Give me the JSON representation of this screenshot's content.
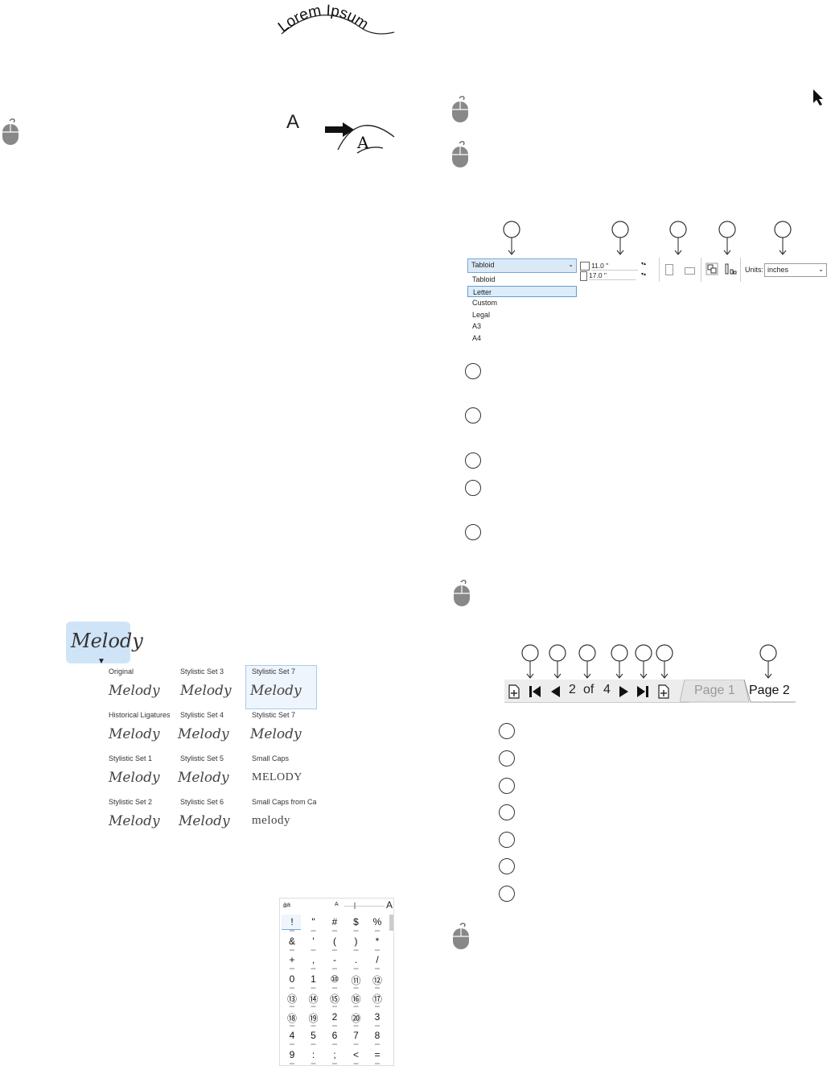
{
  "arc_text": "Lorem Ipsum",
  "fit_letter": "A",
  "fit_letter_path": "A",
  "page_size": {
    "selected": "Tabloid",
    "options": [
      "Tabloid",
      "Letter",
      "Custom",
      "Legal",
      "A3",
      "A4"
    ],
    "highlighted": "Letter",
    "width": "11.0 \"",
    "height": "17.0 \"",
    "units_label": "Units:",
    "units_value": "inches"
  },
  "page_nav": {
    "current": "2",
    "of": "of",
    "total": "4",
    "tabs": [
      "Page 1",
      "Page 2"
    ]
  },
  "melody": {
    "preview": "Melody",
    "options": [
      {
        "label": "Original",
        "text": "Melody"
      },
      {
        "label": "Stylistic Set 3",
        "text": "Melody"
      },
      {
        "label": "Stylistic Set 7",
        "text": "Melody"
      },
      {
        "label": "Historical Ligatures",
        "text": "Melody"
      },
      {
        "label": "Stylistic Set 4",
        "text": "Melody"
      },
      {
        "label": "Stylistic Set 7",
        "text": "Melody"
      },
      {
        "label": "Stylistic Set 1",
        "text": "Melody"
      },
      {
        "label": "Stylistic Set 5",
        "text": "Melody"
      },
      {
        "label": "Small Caps",
        "text": "MELODY"
      },
      {
        "label": "Stylistic Set 2",
        "text": "Melody"
      },
      {
        "label": "Stylistic Set 6",
        "text": "Melody"
      },
      {
        "label": "Small Caps from Cap",
        "text": "melody"
      }
    ]
  },
  "glyphs": [
    "!",
    "\"",
    "#",
    "$",
    "%",
    "&",
    "'",
    "(",
    ")",
    "*",
    "+",
    ",",
    "-",
    ".",
    "/",
    "0",
    "1",
    "⑩",
    "⑪",
    "⑫",
    "⑬",
    "⑭",
    "⑮",
    "⑯",
    "⑰",
    "⑱",
    "⑲",
    "2",
    "⑳",
    "3",
    "4",
    "5",
    "6",
    "7",
    "8",
    "9",
    ":",
    ";",
    "<",
    "="
  ],
  "glyph_header": {
    "left": "a̲a",
    "mid": "A",
    "right": "A"
  }
}
